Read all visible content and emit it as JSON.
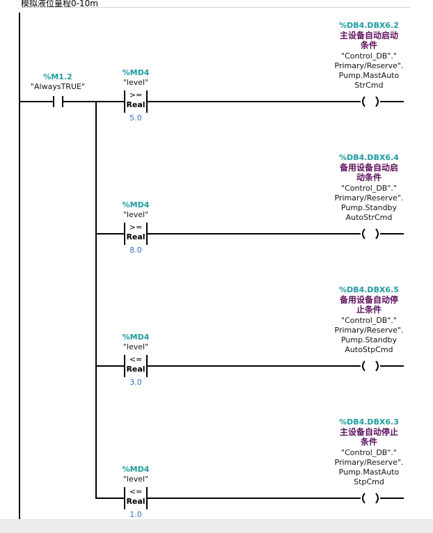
{
  "top": {
    "title": "模拟液位量程0-10m"
  },
  "contact": {
    "address": "%M1.2",
    "tag": "\"AlwaysTRUE\""
  },
  "rungs": [
    {
      "cmp": {
        "address": "%MD4",
        "tag": "\"level\"",
        "op": ">=",
        "type": "Real",
        "value": "5.0"
      },
      "coil": {
        "address": "%DB4.DBX6.2",
        "comment_lines": [
          "主设备自动启动",
          "条件"
        ],
        "tag_lines": [
          "\"Control_DB\".\"",
          "Primary/Reserve\".",
          "Pump.MastAuto",
          "StrCmd"
        ]
      }
    },
    {
      "cmp": {
        "address": "%MD4",
        "tag": "\"level\"",
        "op": ">=",
        "type": "Real",
        "value": "8.0"
      },
      "coil": {
        "address": "%DB4.DBX6.4",
        "comment_lines": [
          "备用设备自动启",
          "动条件"
        ],
        "tag_lines": [
          "\"Control_DB\".\"",
          "Primary/Reserve\".",
          "Pump.Standby",
          "AutoStrCmd"
        ]
      }
    },
    {
      "cmp": {
        "address": "%MD4",
        "tag": "\"level\"",
        "op": "<=",
        "type": "Real",
        "value": "3.0"
      },
      "coil": {
        "address": "%DB4.DBX6.5",
        "comment_lines": [
          "备用设备自动停",
          "止条件"
        ],
        "tag_lines": [
          "\"Control_DB\".\"",
          "Primary/Reserve\".",
          "Pump.Standby",
          "AutoStpCmd"
        ]
      }
    },
    {
      "cmp": {
        "address": "%MD4",
        "tag": "\"level\"",
        "op": "<=",
        "type": "Real",
        "value": "1.0"
      },
      "coil": {
        "address": "%DB4.DBX6.3",
        "comment_lines": [
          "主设备自动停止",
          "条件"
        ],
        "tag_lines": [
          "\"Control_DB\".\"",
          "Primary/Reserve\".",
          "Pump.MastAuto",
          "StpCmd"
        ]
      }
    }
  ]
}
